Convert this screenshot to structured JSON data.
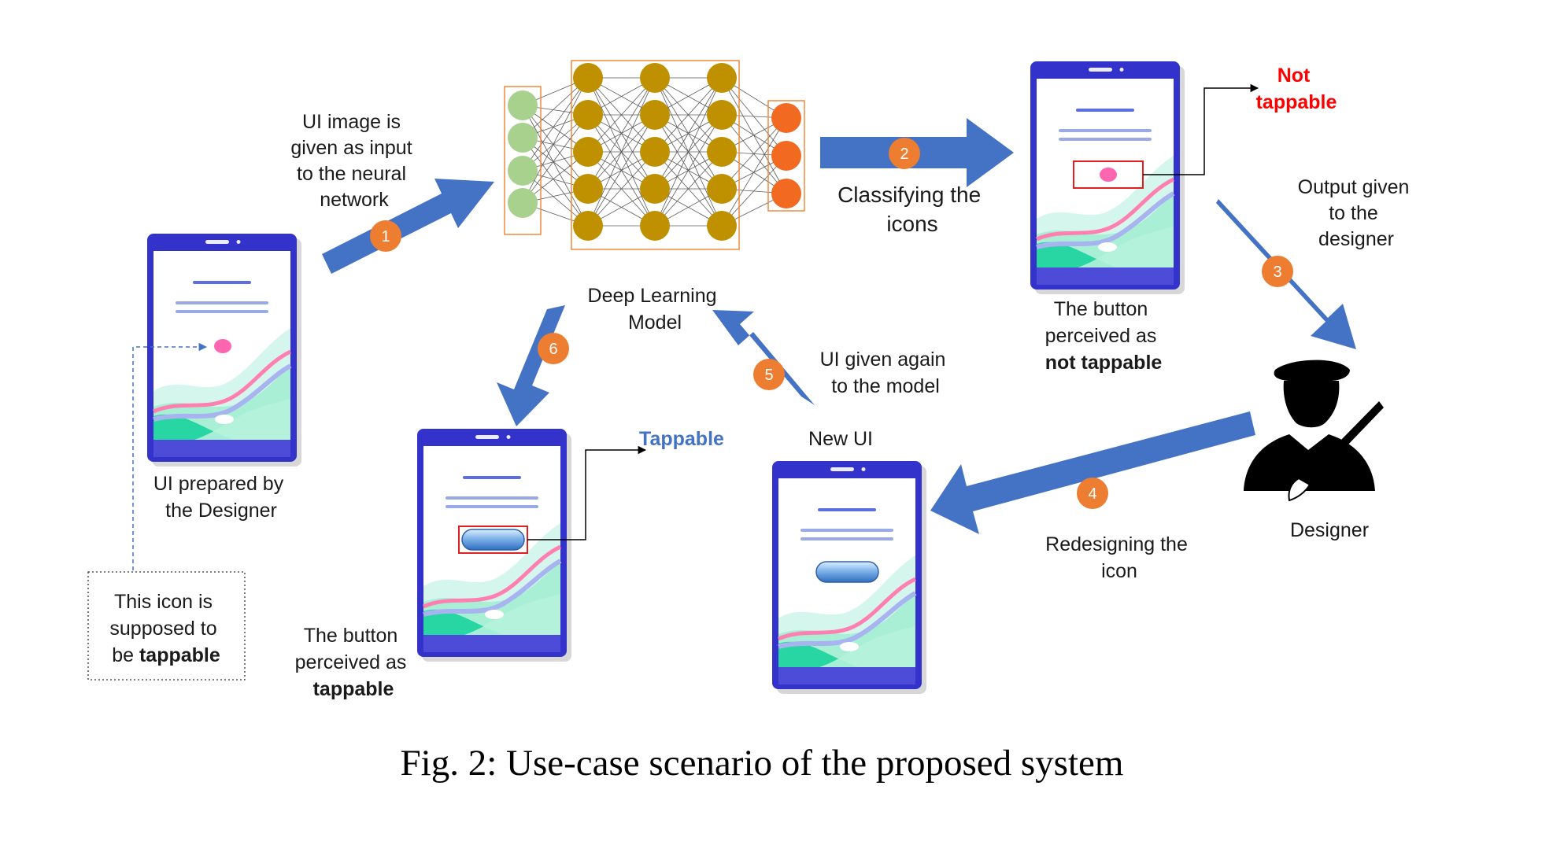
{
  "colors": {
    "arrow": "#4472c4",
    "step_badge": "#ed7d31",
    "phone_frame": "#3333cc",
    "input_neuron": "#a9d18e",
    "hidden_neuron": "#bf9000",
    "output_neuron": "#f26a21",
    "not_tappable": "#ff0000",
    "tappable": "#4472c4"
  },
  "labels": {
    "ui_prepared": [
      "UI prepared by",
      "the Designer"
    ],
    "icon_note": [
      "This icon is",
      "supposed to"
    ],
    "icon_note_prefix": "be ",
    "icon_note_bold": "tappable",
    "step1_text": [
      "UI image is",
      "given as input",
      "to the neural",
      "network"
    ],
    "model_label": [
      "Deep Learning",
      "Model"
    ],
    "step2_text": [
      "Classifying the",
      "icons"
    ],
    "not_tappable": [
      "Not",
      "tappable"
    ],
    "perceived_not": [
      "The button",
      "perceived as"
    ],
    "perceived_not_bold": "not tappable",
    "step3_text": [
      "Output given",
      "to the",
      "designer"
    ],
    "designer": "Designer",
    "step4_text": [
      "Redesigning the",
      "icon"
    ],
    "new_ui": "New UI",
    "step5_text": [
      "UI given again",
      "to the model"
    ],
    "tappable": "Tappable",
    "perceived_tap": [
      "The button",
      "perceived as"
    ],
    "perceived_tap_bold": "tappable",
    "caption": "Fig. 2: Use-case scenario of the proposed system"
  },
  "steps": [
    "1",
    "2",
    "3",
    "4",
    "5",
    "6"
  ]
}
